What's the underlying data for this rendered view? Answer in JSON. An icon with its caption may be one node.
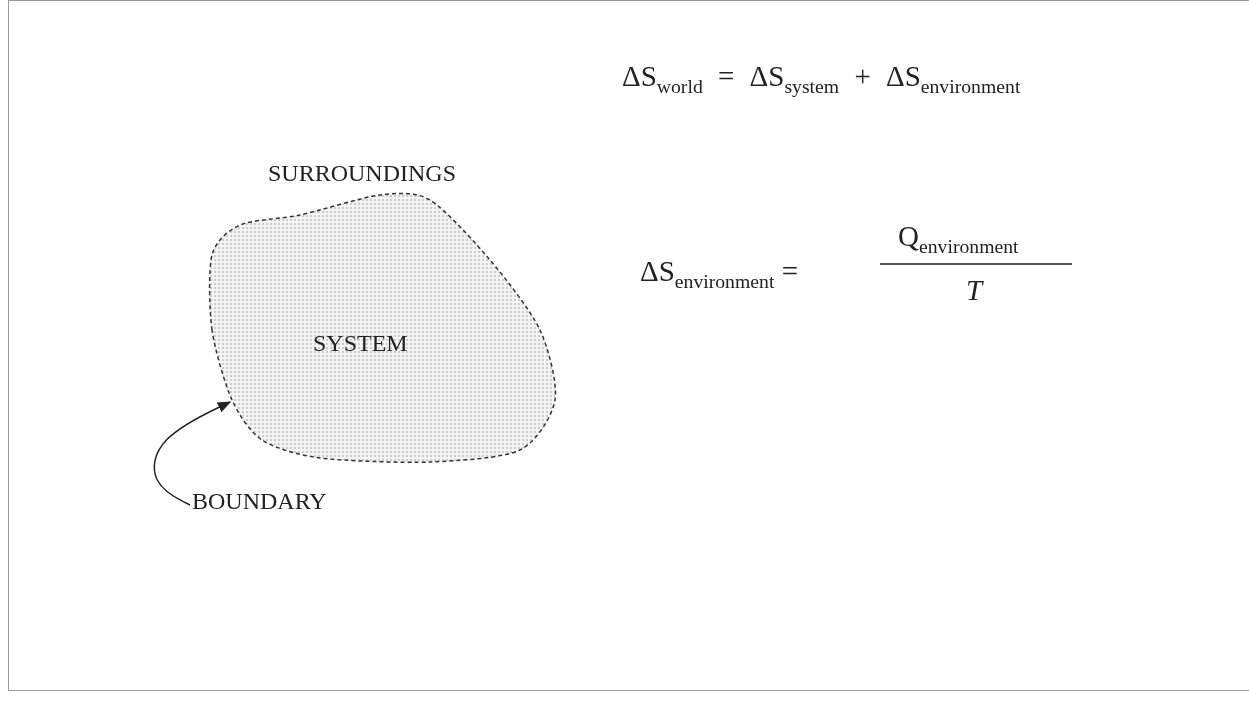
{
  "diagram": {
    "nodes": [
      {
        "text": [
          "SYSTEM"
        ]
      },
      {
        "text": [
          "BOUNDARY"
        ]
      }
    ],
    "edges": [
      {
        "from": 1,
        "to": 0,
        "arrow": "to"
      }
    ],
    "labels": [
      "ΔS$_{world}$ = ΔS$_{system}$ + ΔS$_{environment}$",
      "SURROUNDINGS",
      "ΔS$_{environment}$ =",
      "Q$_{environment}$",
      "T"
    ]
  }
}
